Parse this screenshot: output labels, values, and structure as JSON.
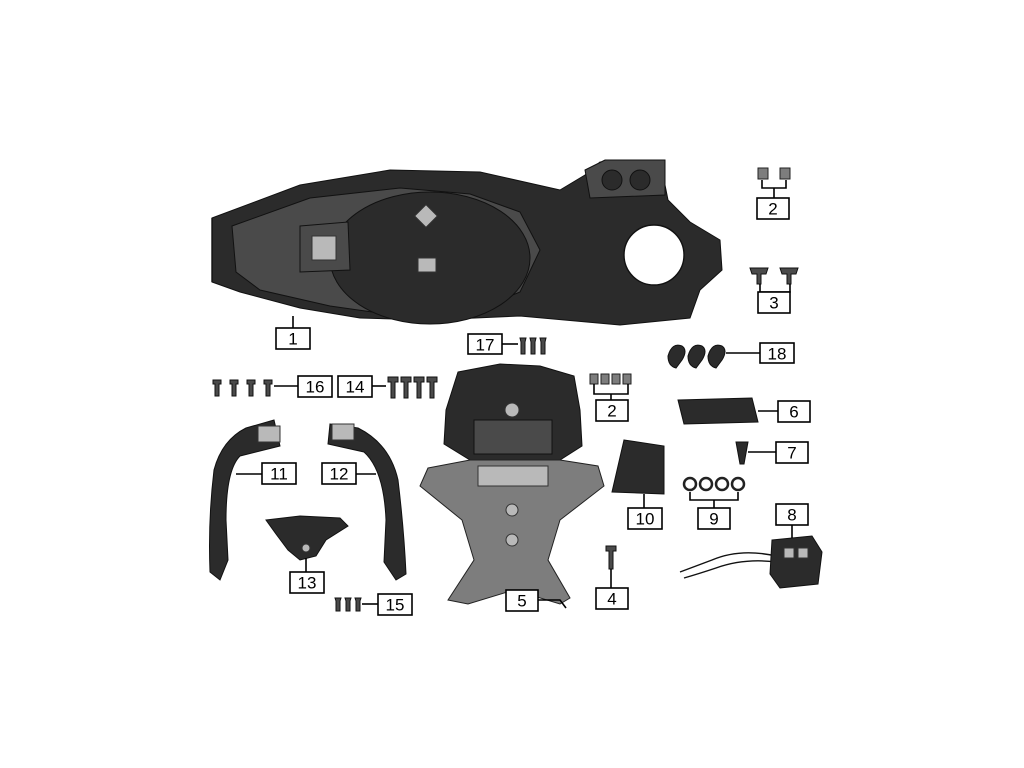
{
  "callouts": {
    "c1": "1",
    "c2a": "2",
    "c2b": "2",
    "c3": "3",
    "c4": "4",
    "c5": "5",
    "c6": "6",
    "c7": "7",
    "c8": "8",
    "c9": "9",
    "c10": "10",
    "c11": "11",
    "c12": "12",
    "c13": "13",
    "c14": "14",
    "c15": "15",
    "c16": "16",
    "c17": "17",
    "c18": "18"
  }
}
